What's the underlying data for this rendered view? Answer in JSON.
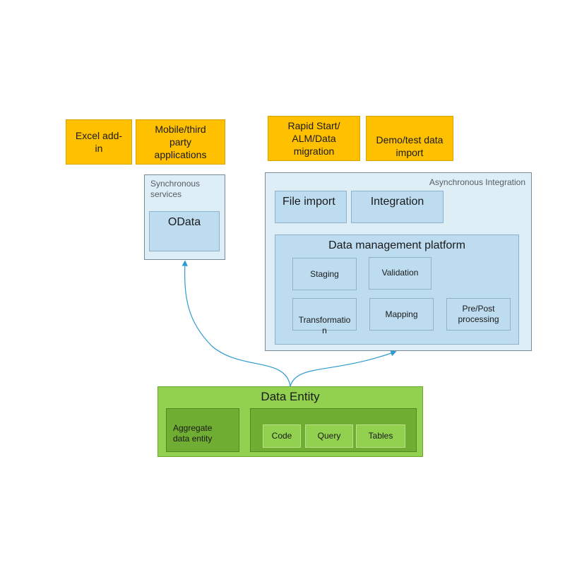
{
  "clients": {
    "excel": "Excel add-\nin",
    "mobile": "Mobile/third\nparty\napplications",
    "rapid_start": "Rapid Start/\nALM/Data\nmigration",
    "demo": "Demo/test data\nimport"
  },
  "sync": {
    "label": "Synchronous\nservices",
    "odata": "OData"
  },
  "async": {
    "label": "Asynchronous Integration",
    "file_import": "File import",
    "integration": "Integration",
    "platform": {
      "title": "Data management platform",
      "staging": "Staging",
      "validation": "Validation",
      "transformation": "Transformatio\nn",
      "mapping": "Mapping",
      "prepost": "Pre/Post\nprocessing"
    }
  },
  "entity": {
    "title": "Data Entity",
    "aggregate": "Aggregate\ndata entity",
    "code": "Code",
    "query": "Query",
    "tables": "Tables"
  },
  "colors": {
    "yellow": "#ffc000",
    "light_blue": "#deeef6",
    "blue": "#bddcf0",
    "green": "#92d050",
    "dark_green": "#6fae32",
    "arrow": "#2e9ad0"
  }
}
